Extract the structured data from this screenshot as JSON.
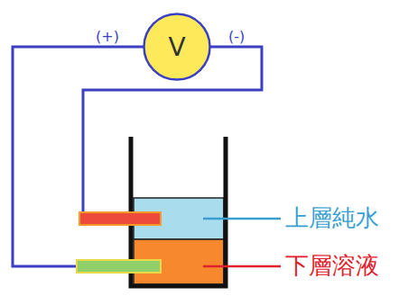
{
  "diagram": {
    "nodes": [
      {
        "text": [
          "V"
        ]
      }
    ],
    "labels": [
      "(+)",
      "(-)",
      "上層純水",
      "下層溶液"
    ]
  }
}
